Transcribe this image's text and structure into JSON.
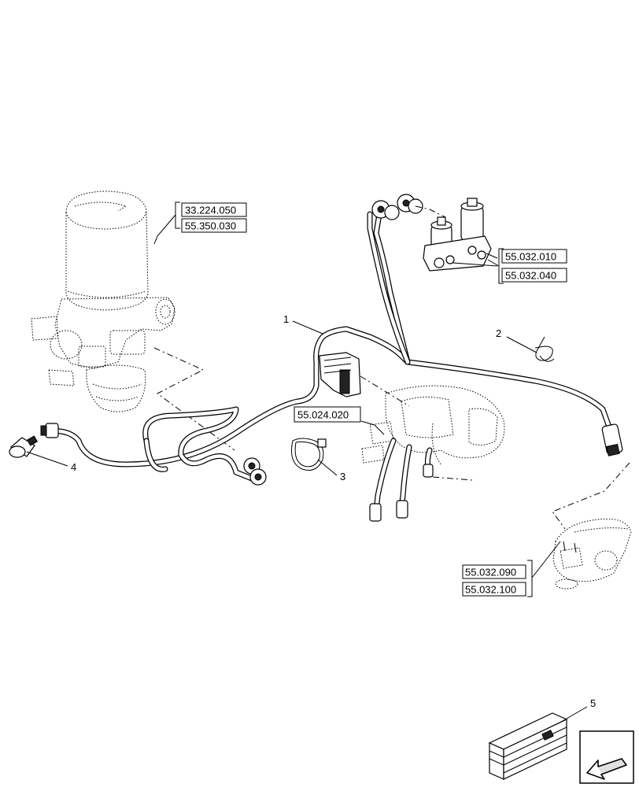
{
  "callouts": {
    "item_1": "1",
    "item_2": "2",
    "item_3": "3",
    "item_4": "4",
    "item_5": "5"
  },
  "references": {
    "air_dryer_top": "33.224.050",
    "air_dryer_bottom": "55.350.030",
    "valves_top": "55.032.010",
    "valves_bottom": "55.032.040",
    "harness_mid": "55.024.020",
    "trailer_valve_top": "55.032.090",
    "trailer_valve_bottom": "55.032.100"
  },
  "icons": {
    "navigation": "arrow-back-icon",
    "parts_box": "crate-icon"
  }
}
